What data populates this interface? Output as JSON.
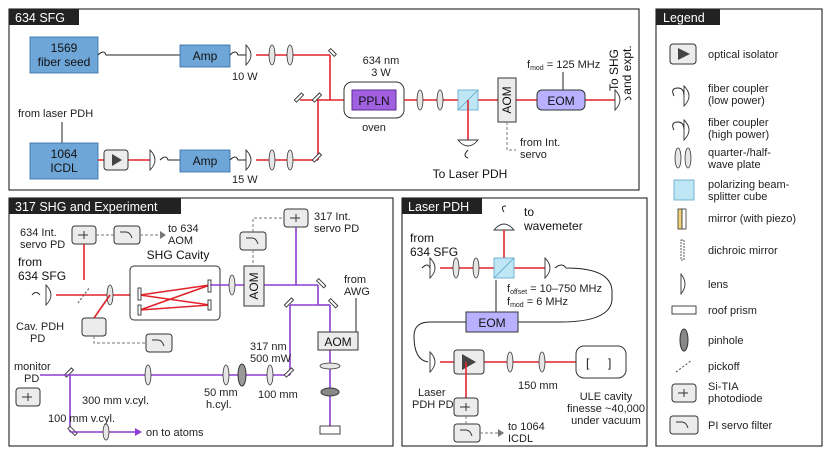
{
  "panel_634": {
    "title": "634 SFG",
    "seed_line1": "1569",
    "seed_line2": "fiber seed",
    "amp1": "Amp",
    "amp1_power": "10 W",
    "from_laser_pdh": "from laser PDH",
    "icdl_line1": "1064",
    "icdl_line2": "ICDL",
    "amp2": "Amp",
    "amp2_power": "15 W",
    "ppln": "PPLN",
    "oven": "oven",
    "out_wavelength": "634 nm",
    "out_power": "3 W",
    "aom": "AOM",
    "fmod": "f_mod = 125 MHz",
    "eom": "EOM",
    "from_int_servo_1": "from Int.",
    "from_int_servo_2": "servo",
    "to_laser_pdh": "To Laser PDH",
    "to_shg_1": "To SHG",
    "to_shg_2": "and expt."
  },
  "panel_317": {
    "title": "317 SHG and Experiment",
    "int_servo_pd_1": "634 Int.",
    "int_servo_pd_2": "servo PD",
    "to_634_aom_1": "to 634",
    "to_634_aom_2": "AOM",
    "from_634_sfg_1": "from",
    "from_634_sfg_2": "634 SFG",
    "shg_cavity": "SHG Cavity",
    "cav_pdh_1": "Cav. PDH",
    "cav_pdh_2": "PD",
    "aom1": "AOM",
    "int_317_1": "317 Int.",
    "int_317_2": "servo PD",
    "from_awg_1": "from",
    "from_awg_2": "AWG",
    "aom2": "AOM",
    "uv_wavelength": "317 nm",
    "uv_power": "500 mW",
    "monitor_pd_1": "monitor",
    "monitor_pd_2": "PD",
    "lens_300": "300 mm v.cyl.",
    "lens_50_1": "50 mm",
    "lens_50_2": "h.cyl.",
    "lens_100": "100 mm",
    "lens_100v": "100 mm v.cyl.",
    "on_to_atoms": "on to atoms"
  },
  "panel_pdh": {
    "title": "Laser PDH",
    "to_wavemeter_1": "to",
    "to_wavemeter_2": "wavemeter",
    "from_634_1": "from",
    "from_634_2": "634 SFG",
    "f_offset": "f_offset = 10–750 MHz",
    "f_mod": "f_mod = 6 MHz",
    "eom": "EOM",
    "lens_150": "150 mm",
    "ule_1": "ULE cavity",
    "ule_2": "finesse ~40,000",
    "ule_3": "under vacuum",
    "laser_pdh_pd_1": "Laser",
    "laser_pdh_pd_2": "PDH PD",
    "to_1064_1": "to 1064",
    "to_1064_2": "ICDL"
  },
  "legend": {
    "title": "Legend",
    "items": [
      {
        "label_1": "optical isolator",
        "label_2": "",
        "icon": "isolator-icon"
      },
      {
        "label_1": "fiber coupler",
        "label_2": "(low power)",
        "icon": "fiber-coupler-low-icon"
      },
      {
        "label_1": "fiber coupler",
        "label_2": "(high power)",
        "icon": "fiber-coupler-high-icon"
      },
      {
        "label_1": "quarter-/half-",
        "label_2": "wave plate",
        "icon": "waveplate-icon"
      },
      {
        "label_1": "polarizing beam-",
        "label_2": "splitter cube",
        "icon": "pbs-cube-icon"
      },
      {
        "label_1": "mirror (with piezo)",
        "label_2": "",
        "icon": "mirror-icon"
      },
      {
        "label_1": "dichroic mirror",
        "label_2": "",
        "icon": "dichroic-mirror-icon"
      },
      {
        "label_1": "lens",
        "label_2": "",
        "icon": "lens-icon"
      },
      {
        "label_1": "roof prism",
        "label_2": "",
        "icon": "roof-prism-icon"
      },
      {
        "label_1": "pinhole",
        "label_2": "",
        "icon": "pinhole-icon"
      },
      {
        "label_1": "pickoff",
        "label_2": "",
        "icon": "pickoff-icon"
      },
      {
        "label_1": "Si-TIA",
        "label_2": "photodiode",
        "icon": "photodiode-icon"
      },
      {
        "label_1": "PI servo filter",
        "label_2": "",
        "icon": "pi-servo-filter-icon"
      }
    ]
  },
  "colors": {
    "beam_634": "#e0242b",
    "beam_317": "#8b3fcf",
    "laser_box": "#6fa6d8",
    "crystal": "#a060e0",
    "eom": "#b9b0ff",
    "pbs": "#bfe6f5"
  }
}
